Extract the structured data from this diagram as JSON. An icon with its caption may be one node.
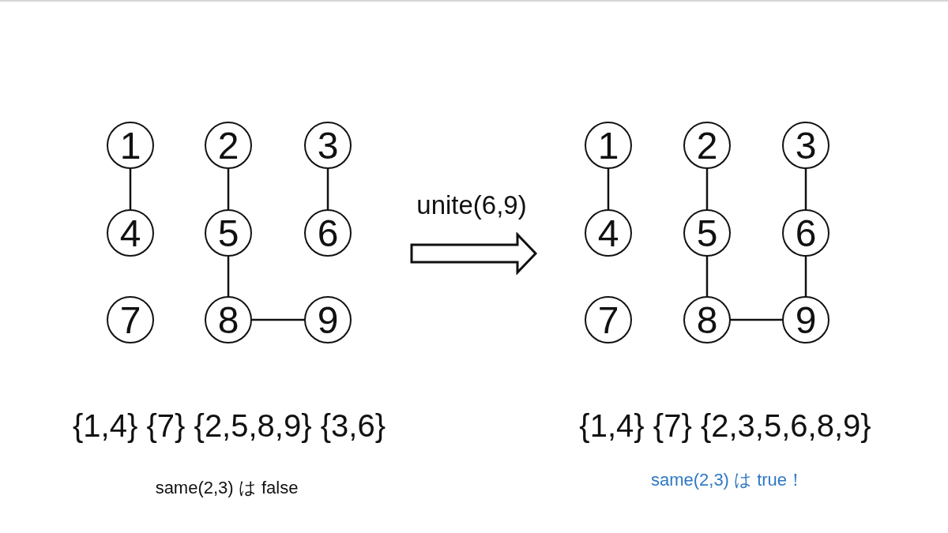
{
  "diagram": {
    "nodes": [
      {
        "text": [
          "1"
        ]
      },
      {
        "text": [
          "2"
        ]
      },
      {
        "text": [
          "3"
        ]
      },
      {
        "text": [
          "4"
        ]
      },
      {
        "text": [
          "5"
        ]
      },
      {
        "text": [
          "6"
        ]
      },
      {
        "text": [
          "7"
        ]
      },
      {
        "text": [
          "8"
        ]
      },
      {
        "text": [
          "9"
        ]
      },
      {
        "text": [
          "1"
        ]
      },
      {
        "text": [
          "2"
        ]
      },
      {
        "text": [
          "3"
        ]
      },
      {
        "text": [
          "4"
        ]
      },
      {
        "text": [
          "5"
        ]
      },
      {
        "text": [
          "6"
        ]
      },
      {
        "text": [
          "7"
        ]
      },
      {
        "text": [
          "8"
        ]
      },
      {
        "text": [
          "9"
        ]
      }
    ],
    "edges": [
      {
        "from": 0,
        "to": 3,
        "arrow": "none"
      },
      {
        "from": 1,
        "to": 4,
        "arrow": "none"
      },
      {
        "from": 2,
        "to": 5,
        "arrow": "none"
      },
      {
        "from": 4,
        "to": 7,
        "arrow": "none"
      },
      {
        "from": 7,
        "to": 8,
        "arrow": "none"
      },
      {
        "from": 9,
        "to": 12,
        "arrow": "none"
      },
      {
        "from": 10,
        "to": 13,
        "arrow": "none"
      },
      {
        "from": 11,
        "to": 14,
        "arrow": "none"
      },
      {
        "from": 13,
        "to": 16,
        "arrow": "none"
      },
      {
        "from": 14,
        "to": 17,
        "arrow": "none"
      },
      {
        "from": 16,
        "to": 17,
        "arrow": "none"
      }
    ],
    "labels": [
      "unite(6,9)",
      "{1,4} {7} {2,5,8,9} {3,6}",
      "same(2,3) は false",
      "{1,4} {7} {2,3,5,6,8,9}",
      "same(2,3) は true！"
    ]
  }
}
